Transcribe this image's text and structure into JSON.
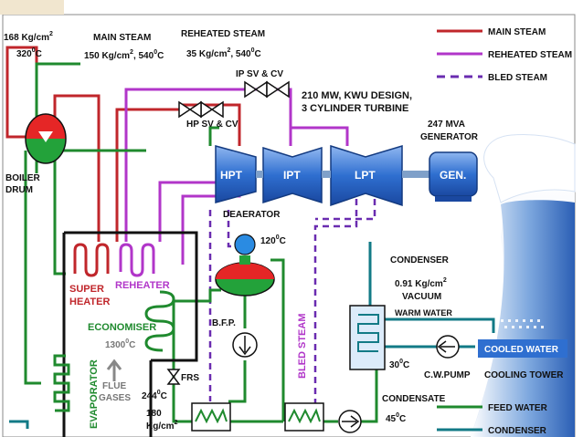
{
  "title_line1": "210 MW, KWU DESIGN,",
  "title_line2": "3 CYLINDER TURBINE",
  "colors": {
    "main_steam": "#c0262b",
    "reheated_steam": "#b136c9",
    "bled_steam": "#6a2cb0",
    "feed_water": "#1f8a2e",
    "condenser": "#127a86",
    "turbine": "#2f6fd0",
    "drum_red": "#e52626",
    "drum_green": "#23a23a"
  },
  "labels": {
    "drum_pressure": "168 Kg/cm",
    "drum_temp": "320",
    "main_steam": "MAIN STEAM",
    "main_steam_cond": "150 Kg/cm",
    "main_steam_temp": ", 540",
    "reheated_steam": "REHEATED STEAM",
    "reheated_cond": "35 Kg/cm",
    "reheated_temp": ", 540",
    "ip_valve": "IP SV & CV",
    "hp_valve": "HP SV & CV",
    "boiler_drum_1": "BOILER",
    "boiler_drum_2": "DRUM",
    "hpt": "HPT",
    "ipt": "IPT",
    "lpt": "LPT",
    "gen": "GEN.",
    "generator_1": "247 MVA",
    "generator_2": "GENERATOR",
    "deaerator": "DEAERATOR",
    "deaerator_temp": "120",
    "super_1": "SUPER",
    "super_2": "HEATER",
    "reheater": "REHEATER",
    "economiser": "ECONOMISER",
    "flue_temp": "1300",
    "flue_1": "FLUE",
    "flue_2": "GASES",
    "evaporator": "EVAPORATOR",
    "bfp": "B.F.P.",
    "frs": "FRS",
    "fw_temp": "244",
    "fw_press": "180",
    "fw_unit": "Kg/cm",
    "condenser": "CONDENSER",
    "condenser_press": "0.91 Kg/cm",
    "vacuum": "VACUUM",
    "warm_water": "WARM WATER",
    "cooled_water": "COOLED WATER",
    "cw_temp": "30",
    "cw_pump": "C.W.PUMP",
    "cooling_tower": "COOLING TOWER",
    "condensate": "CONDENSATE",
    "condensate_temp": "45",
    "bled_steam_vertical": "BLED STEAM",
    "deg_c": "C",
    "deg": "0",
    "sq": "2"
  },
  "legend": [
    {
      "label": "MAIN STEAM",
      "color_key": "main_steam",
      "style": "solid"
    },
    {
      "label": "REHEATED STEAM",
      "color_key": "reheated_steam",
      "style": "solid"
    },
    {
      "label": "BLED STEAM",
      "color_key": "bled_steam",
      "style": "dashed"
    },
    {
      "label": "FEED WATER",
      "color_key": "feed_water",
      "style": "solid"
    },
    {
      "label": "CONDENSER",
      "color_key": "condenser",
      "style": "solid"
    }
  ]
}
